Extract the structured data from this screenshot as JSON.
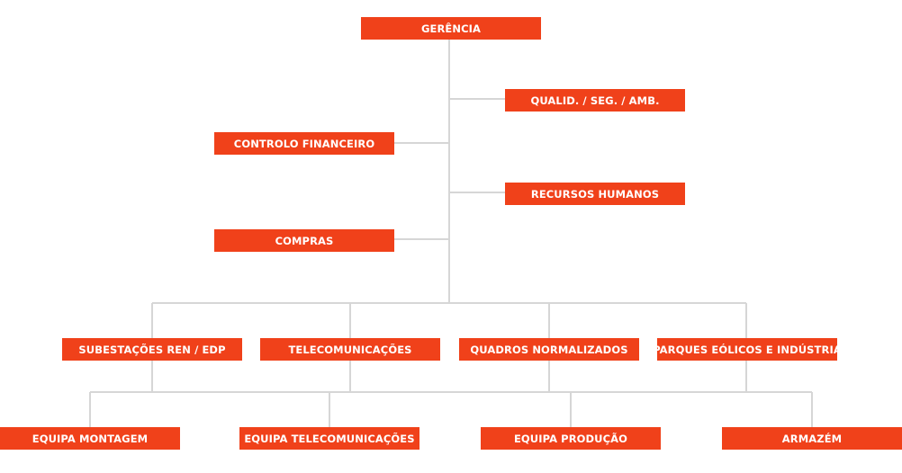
{
  "colors": {
    "box_fill": "#f0411a",
    "box_text": "#ffffff",
    "connector": "#d6d6d6"
  },
  "org_chart": {
    "root": "GERÊNCIA",
    "staff": {
      "qualidade": "QUALID. / SEG. / AMB.",
      "controlo_financeiro": "CONTROLO FINANCEIRO",
      "recursos_humanos": "RECURSOS HUMANOS",
      "compras": "COMPRAS"
    },
    "departments": {
      "subestacoes": "SUBESTAÇÕES REN / EDP",
      "telecomunicacoes": "TELECOMUNICAÇÕES",
      "quadros": "QUADROS NORMALIZADOS",
      "parques": "PARQUES EÓLICOS E INDÚSTRIA"
    },
    "teams": {
      "montagem": "EQUIPA MONTAGEM",
      "telecomunicacoes": "EQUIPA TELECOMUNICAÇÕES",
      "producao": "EQUIPA PRODUÇÃO",
      "armazem": "ARMAZÉM"
    }
  }
}
